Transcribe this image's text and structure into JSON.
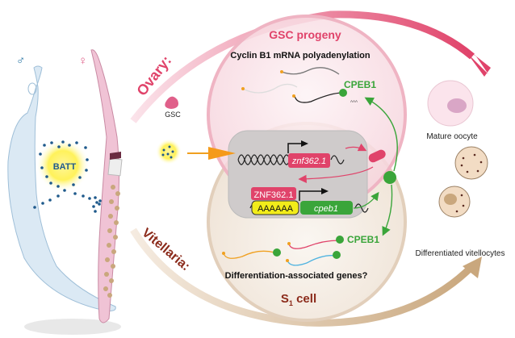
{
  "labels": {
    "male_symbol": "♂",
    "female_symbol": "♀",
    "batt": "BATT",
    "ovary": "Ovary:",
    "vitellaria": "Vitellaria:",
    "gsc": "GSC",
    "gsc_progeny": "GSC progeny",
    "cyclin": "Cyclin B1 mRNA polyadenylation",
    "cpeb1_top": "CPEB1",
    "cpeb1_bottom": "CPEB1",
    "znf_gene": "znf362.1",
    "znf_protein": "ZNF362.1",
    "polyA": "AAAAAA",
    "cpeb1_gene": "cpeb1",
    "mature_oocyte": "Mature oocyte",
    "diff_vitellocytes": "Differentiated vitellocytes",
    "diff_genes": "Differentiation-associated genes?",
    "s1_cell_main": "S",
    "s1_cell_sub": "1",
    "s1_cell_rest": " cell",
    "aaa": "AAA"
  },
  "colors": {
    "pink": "#e0436a",
    "green": "#3aa53a",
    "beige": "#c9a77d",
    "male_blue": "#dbe9f4",
    "female_pink": "#f0c3d5",
    "dark_red": "#8b2a1a",
    "batt_blue": "#1f5a8c"
  }
}
